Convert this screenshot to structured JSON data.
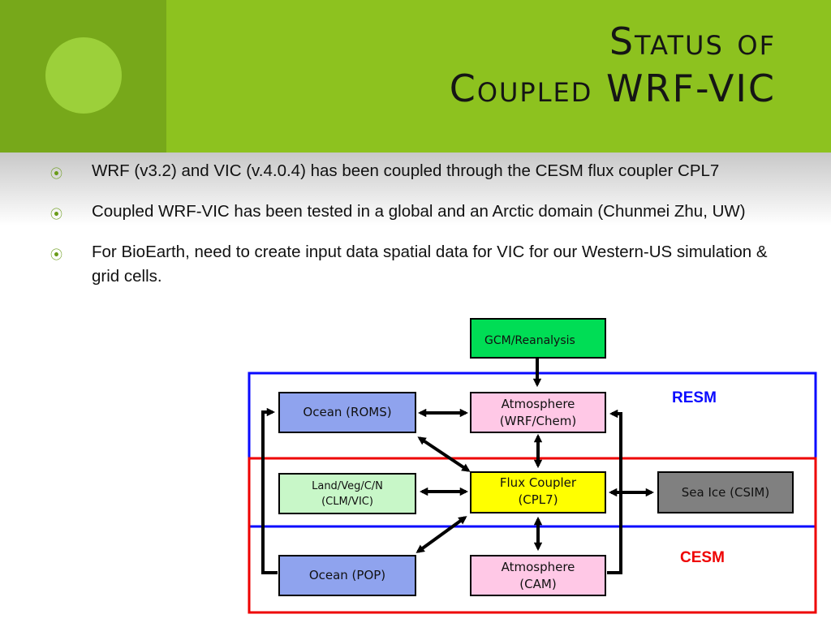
{
  "slide": {
    "title_line1": "Status of",
    "title_line2": "Coupled WRF-VIC"
  },
  "bullets": [
    {
      "text": "WRF (v3.2) and VIC (v.4.0.4) has been coupled through the CESM flux coupler CPL7"
    },
    {
      "text": "Coupled WRF-VIC has been tested in a global and an Arctic domain (Chunmei Zhu, UW)"
    },
    {
      "text": "For BioEarth, need to create input data spatial data for VIC for our Western-US simulation & grid cells."
    }
  ],
  "diagram": {
    "regions": {
      "resm": {
        "label": "RESM",
        "color": "#0a0aff"
      },
      "cesm": {
        "label": "CESM",
        "color": "#ee0000"
      }
    },
    "boxes": {
      "gcm": {
        "label": "GCM/Reanalysis",
        "color": "#00dd55"
      },
      "ocean_roms": {
        "label": "Ocean (ROMS)",
        "color": "#8fa3ee"
      },
      "atm_wrf": {
        "line1": "Atmosphere",
        "line2": "(WRF/Chem)",
        "color": "#ffc8e6"
      },
      "land": {
        "line1": "Land/Veg/C/N",
        "line2": "(CLM/VIC)",
        "color": "#c8f7c8"
      },
      "coupler": {
        "line1": "Flux Coupler",
        "line2": "(CPL7)",
        "color": "#ffff00"
      },
      "sea_ice": {
        "label": "Sea Ice (CSIM)",
        "color": "#808080"
      },
      "ocean_pop": {
        "label": "Ocean (POP)",
        "color": "#8fa3ee"
      },
      "atm_cam": {
        "line1": "Atmosphere",
        "line2": "(CAM)",
        "color": "#ffc8e6"
      }
    }
  },
  "colors": {
    "header_green": "#8dc21f",
    "header_dark_green": "#77a81a",
    "bullet_green": "#6a9b1a"
  }
}
